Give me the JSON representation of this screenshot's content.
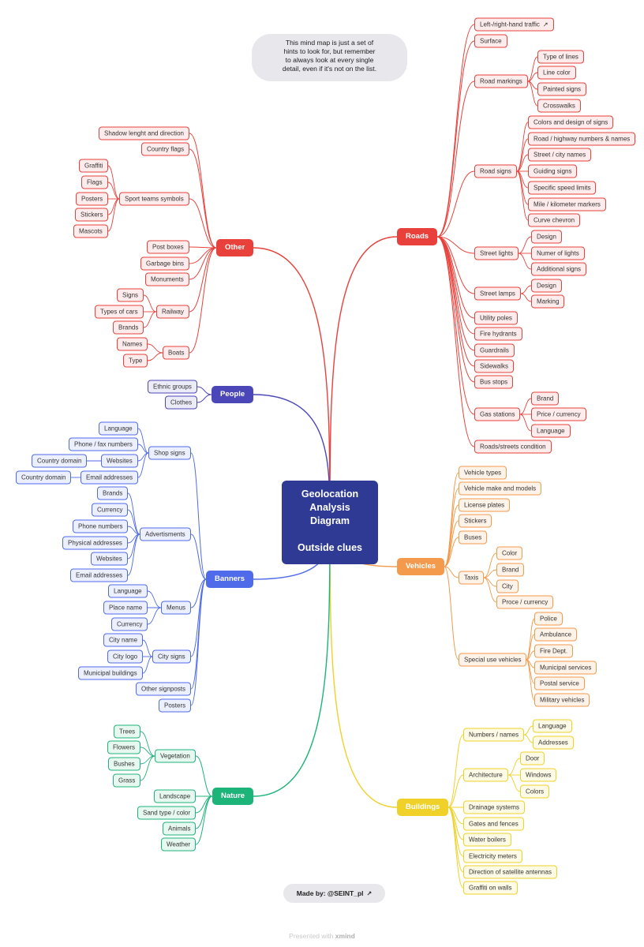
{
  "center": {
    "lines": [
      "Geolocation",
      "Analysis",
      "Diagram",
      "",
      "Outside clues"
    ],
    "color": "#2f3a94"
  },
  "note": {
    "lines": [
      "This mind map is just a set of",
      "hints to look for, but remember",
      "to always look at every single",
      "detail, even if it's not on the list."
    ]
  },
  "credit": {
    "label": "Made by: @SEINT_pl"
  },
  "footer": {
    "prefix": "Presented with",
    "brand": "xmind"
  },
  "branches": [
    {
      "label": "Roads",
      "color": "#e8413b",
      "fill": "#fdeceb",
      "side": "right",
      "children": [
        {
          "label": "Left-/right-hand traffic"
        },
        {
          "label": "Surface"
        },
        {
          "label": "Road markings",
          "children": [
            {
              "label": "Type of lines"
            },
            {
              "label": "Line color"
            },
            {
              "label": "Painted signs"
            },
            {
              "label": "Crosswalks"
            }
          ]
        },
        {
          "label": "Road signs",
          "children": [
            {
              "label": "Colors and design of signs"
            },
            {
              "label": "Road / highway numbers & names"
            },
            {
              "label": "Street / city names"
            },
            {
              "label": "Guiding signs"
            },
            {
              "label": "Specific speed limits"
            },
            {
              "label": "Mile / kilometer markers"
            },
            {
              "label": "Curve chevron"
            }
          ]
        },
        {
          "label": "Street lights",
          "children": [
            {
              "label": "Design"
            },
            {
              "label": "Numer of lights"
            },
            {
              "label": "Additional signs"
            }
          ]
        },
        {
          "label": "Street lamps",
          "children": [
            {
              "label": "Design"
            },
            {
              "label": "Marking"
            }
          ]
        },
        {
          "label": "Utility poles"
        },
        {
          "label": "Fire hydrants"
        },
        {
          "label": "Guardrails"
        },
        {
          "label": "Sidewalks"
        },
        {
          "label": "Bus stops"
        },
        {
          "label": "Gas stations",
          "children": [
            {
              "label": "Brand"
            },
            {
              "label": "Price / currency"
            },
            {
              "label": "Language"
            }
          ]
        },
        {
          "label": "Roads/streets condition"
        }
      ]
    },
    {
      "label": "Vehicles",
      "color": "#f39a4c",
      "fill": "#fef3e9",
      "side": "right",
      "children": [
        {
          "label": "Vehicle types"
        },
        {
          "label": "Vehicle make and models"
        },
        {
          "label": "License plates"
        },
        {
          "label": "Stickers"
        },
        {
          "label": "Buses"
        },
        {
          "label": "Taxis",
          "children": [
            {
              "label": "Color"
            },
            {
              "label": "Brand"
            },
            {
              "label": "City"
            },
            {
              "label": "Proce / currency"
            }
          ]
        },
        {
          "label": "Special use vehicles",
          "children": [
            {
              "label": "Police"
            },
            {
              "label": "Ambulance"
            },
            {
              "label": "Fire Dept."
            },
            {
              "label": "Municipal services"
            },
            {
              "label": "Postal service"
            },
            {
              "label": "Military vehicles"
            }
          ]
        }
      ]
    },
    {
      "label": "Buildings",
      "color": "#efd12a",
      "fill": "#fdfbe6",
      "side": "right",
      "children": [
        {
          "label": "Numbers / names",
          "children": [
            {
              "label": "Language"
            },
            {
              "label": "Addresses"
            }
          ]
        },
        {
          "label": "Architecture",
          "children": [
            {
              "label": "Door"
            },
            {
              "label": "Windows"
            },
            {
              "label": "Colors"
            }
          ]
        },
        {
          "label": "Drainage systems"
        },
        {
          "label": "Gates and fences"
        },
        {
          "label": "Water boilers"
        },
        {
          "label": "Electricity meters"
        },
        {
          "label": "Direction of satellite antennas"
        },
        {
          "label": "Graffiti on walls"
        }
      ]
    },
    {
      "label": "Other",
      "color": "#e8413b",
      "fill": "#fdeceb",
      "side": "left",
      "children": [
        {
          "label": "Shadow lenght and direction"
        },
        {
          "label": "Country flags"
        },
        {
          "label": "Sport teams symbols",
          "children": [
            {
              "label": "Graffiti"
            },
            {
              "label": "Flags"
            },
            {
              "label": "Posters"
            },
            {
              "label": "Stickers"
            },
            {
              "label": "Mascots"
            }
          ]
        },
        {
          "label": "Post boxes"
        },
        {
          "label": "Garbage bins"
        },
        {
          "label": "Monuments"
        },
        {
          "label": "Railway",
          "children": [
            {
              "label": "Signs"
            },
            {
              "label": "Types of cars"
            },
            {
              "label": "Brands"
            }
          ]
        },
        {
          "label": "Boats",
          "children": [
            {
              "label": "Names"
            },
            {
              "label": "Type"
            }
          ]
        }
      ]
    },
    {
      "label": "People",
      "color": "#4b47b8",
      "fill": "#ecebf8",
      "side": "left",
      "children": [
        {
          "label": "Ethnic groups"
        },
        {
          "label": "Clothes"
        }
      ]
    },
    {
      "label": "Banners",
      "color": "#4f6bea",
      "fill": "#eceffd",
      "side": "left",
      "children": [
        {
          "label": "Shop signs",
          "children": [
            {
              "label": "Language"
            },
            {
              "label": "Phone / fax numbers"
            },
            {
              "label": "Websites",
              "children": [
                {
                  "label": "Country domain"
                }
              ]
            },
            {
              "label": "Email addresses",
              "children": [
                {
                  "label": "Country domain"
                }
              ]
            }
          ]
        },
        {
          "label": "Advertisments",
          "children": [
            {
              "label": "Brands"
            },
            {
              "label": "Currency"
            },
            {
              "label": "Phone numbers"
            },
            {
              "label": "Physical addresses"
            },
            {
              "label": "Websites"
            },
            {
              "label": "Email addresses"
            }
          ]
        },
        {
          "label": "Menus",
          "children": [
            {
              "label": "Language"
            },
            {
              "label": "Place name"
            },
            {
              "label": "Currency"
            }
          ]
        },
        {
          "label": "City signs",
          "children": [
            {
              "label": "City name"
            },
            {
              "label": "City logo"
            },
            {
              "label": "Municipal buildings"
            }
          ]
        },
        {
          "label": "Other signposts"
        },
        {
          "label": "Posters"
        }
      ]
    },
    {
      "label": "Nature",
      "color": "#1db47a",
      "fill": "#e6f8f0",
      "side": "left",
      "children": [
        {
          "label": "Vegetation",
          "children": [
            {
              "label": "Trees"
            },
            {
              "label": "Flowers"
            },
            {
              "label": "Bushes"
            },
            {
              "label": "Grass"
            }
          ]
        },
        {
          "label": "Landscape"
        },
        {
          "label": "Sand type / color"
        },
        {
          "label": "Animals"
        },
        {
          "label": "Weather"
        }
      ]
    }
  ]
}
